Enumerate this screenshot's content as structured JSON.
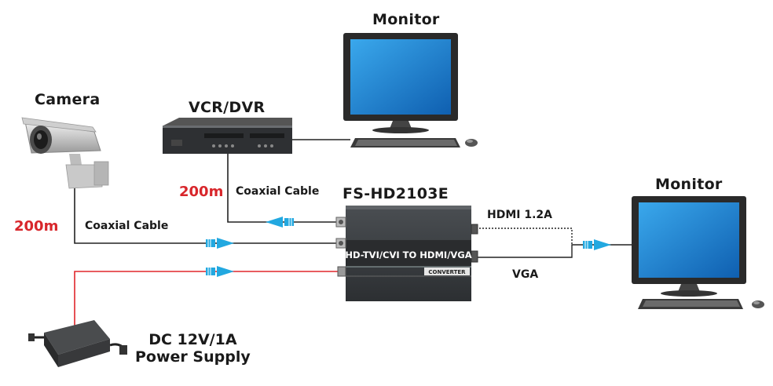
{
  "labels": {
    "monitor_top": "Monitor",
    "monitor_right": "Monitor",
    "camera": "Camera",
    "vcr": "VCR/DVR",
    "converter_model": "FS-HD2103E",
    "converter_front": "HD-TVI/CVI TO HDMI/VGA",
    "converter_badge": "CONVERTER",
    "dist_top": "200m",
    "dist_left": "200m",
    "cable_top": "Coaxial Cable",
    "cable_left": "Coaxial Cable",
    "hdmi": "HDMI 1.2A",
    "vga": "VGA",
    "power_line1": "DC 12V/1A",
    "power_line2": "Power Supply"
  },
  "colors": {
    "signal_arrow": "#22a8e0",
    "power_line": "#e0262b",
    "distance_text": "#d8262b",
    "screen": "#1e8fd8",
    "device_body": "#3a3d40"
  }
}
